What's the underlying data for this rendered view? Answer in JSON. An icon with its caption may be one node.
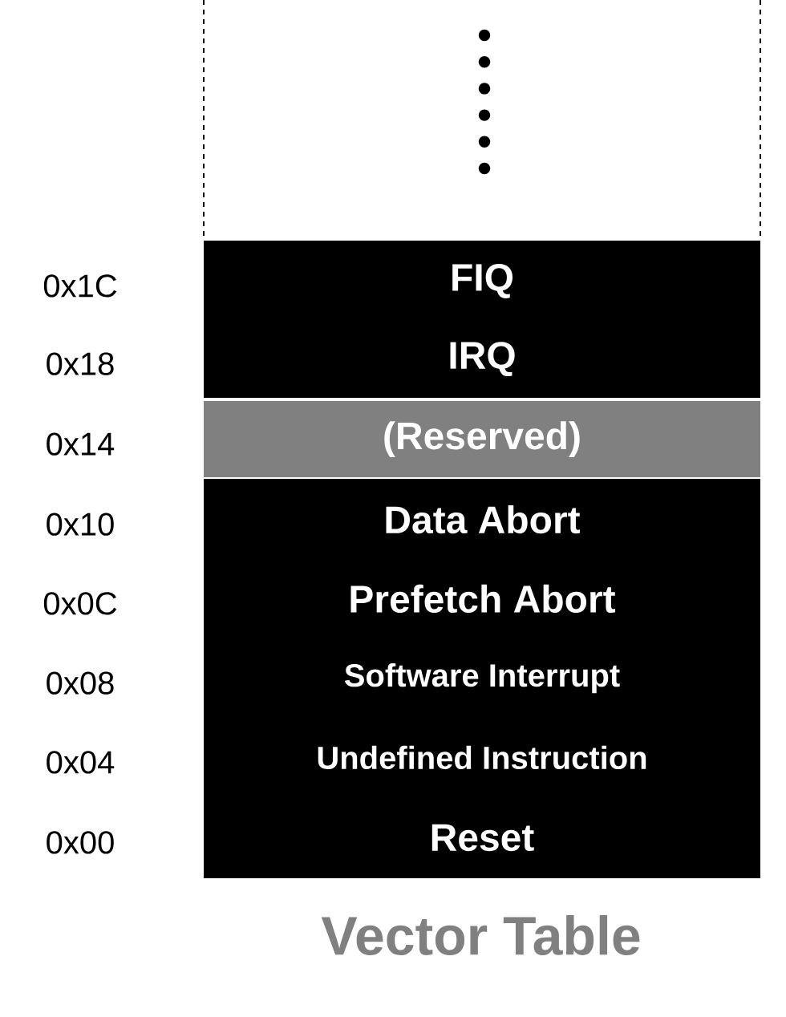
{
  "diagram": {
    "caption": "Vector Table",
    "nodes": [
      {
        "text": [
          "FIQ"
        ],
        "beside": [
          "0x1C"
        ]
      },
      {
        "text": [
          "IRQ"
        ],
        "beside": [
          "0x18"
        ]
      },
      {
        "text": [
          "(Reserved)"
        ],
        "beside": [
          "0x14"
        ]
      },
      {
        "text": [
          "Data Abort"
        ],
        "beside": [
          "0x10"
        ]
      },
      {
        "text": [
          "Prefetch Abort"
        ],
        "beside": [
          "0x0C"
        ]
      },
      {
        "text": [
          "Software Interrupt"
        ],
        "beside": [
          "0x08"
        ]
      },
      {
        "text": [
          "Undefined Instruction"
        ],
        "beside": [
          "0x04"
        ]
      },
      {
        "text": [
          "Reset"
        ],
        "beside": [
          "0x00"
        ]
      }
    ]
  }
}
